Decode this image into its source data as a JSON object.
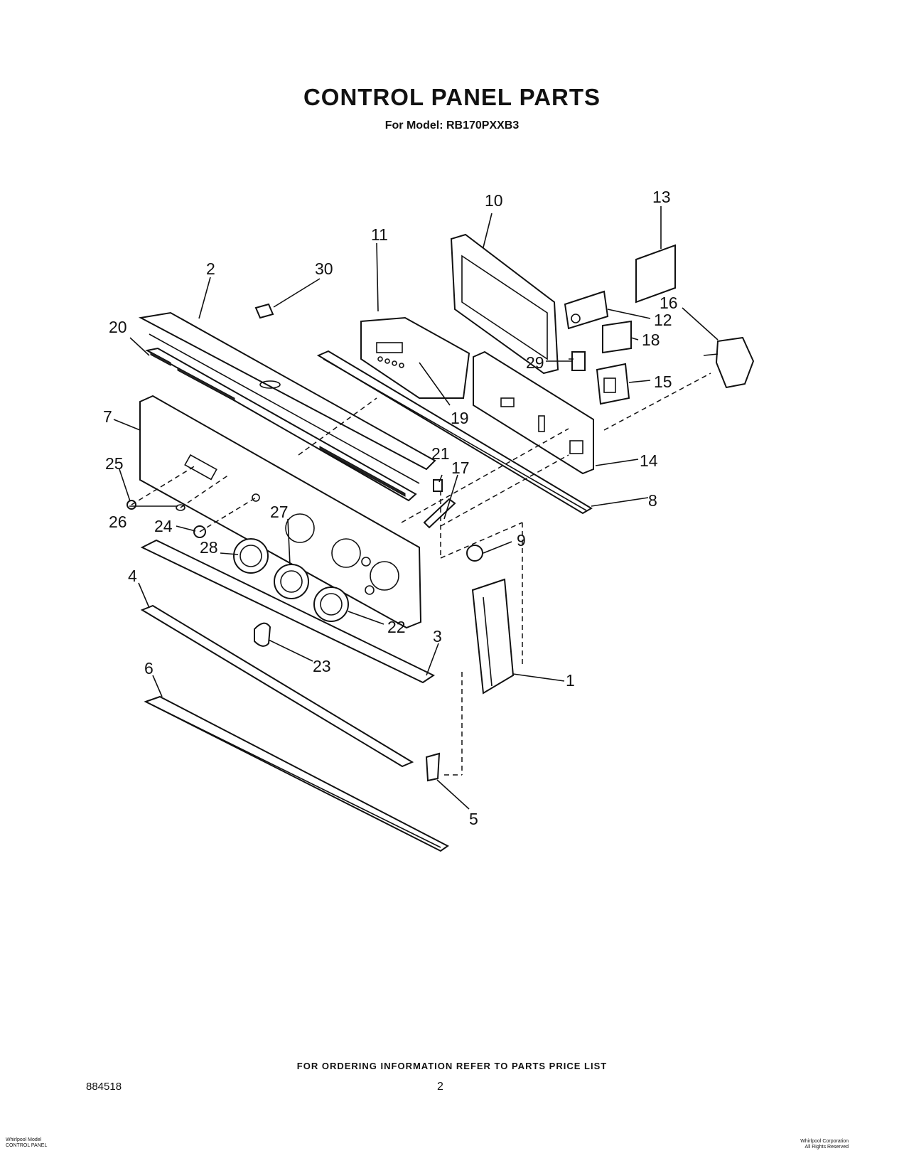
{
  "header": {
    "title": "CONTROL PANEL PARTS",
    "model": "For Model: RB170PXXB3"
  },
  "callouts": {
    "c1": "1",
    "c2": "2",
    "c3": "3",
    "c4": "4",
    "c5": "5",
    "c6": "6",
    "c7": "7",
    "c8": "8",
    "c9": "9",
    "c10": "10",
    "c11": "11",
    "c12": "12",
    "c13": "13",
    "c14": "14",
    "c15": "15",
    "c16": "16",
    "c17": "17",
    "c18": "18",
    "c19": "19",
    "c20": "20",
    "c21": "21",
    "c22": "22",
    "c23": "23",
    "c24": "24",
    "c25": "25",
    "c26": "26",
    "c27": "27",
    "c28": "28",
    "c29": "29",
    "c30": "30"
  },
  "footer": {
    "ordering": "FOR ORDERING INFORMATION REFER TO PARTS PRICE LIST",
    "doc_number": "884518",
    "page_number": "2",
    "left_fine_print": [
      "Whirlpool Model",
      "CONTROL PANEL"
    ],
    "right_fine_print": [
      "Whirlpool Corporation",
      "All Rights Reserved"
    ]
  }
}
